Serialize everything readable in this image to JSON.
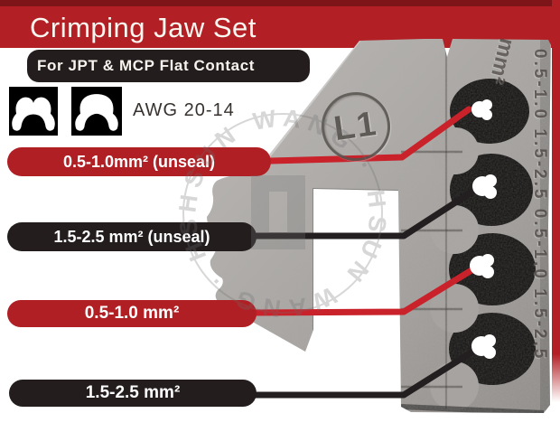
{
  "header": {
    "title": "Crimping Jaw Set",
    "subtitle": "For JPT & MCP Flat Contact"
  },
  "spec": {
    "awg_label": "AWG 20-14",
    "profile_icons": [
      "double-bump-crimp-profile",
      "single-dome-crimp-profile"
    ]
  },
  "callouts": [
    {
      "label": "0.5-1.0mm² (unseal)",
      "color": "red"
    },
    {
      "label": "1.5-2.5 mm² (unseal)",
      "color": "black"
    },
    {
      "label": "0.5-1.0 mm²",
      "color": "red"
    },
    {
      "label": "1.5-2.5 mm²",
      "color": "black"
    }
  ],
  "jaw": {
    "stamp": "L1",
    "unit_label": "mm²",
    "sizes_engraving": "0.5-1.0 1.5-2.5 0.5-1.0 1.5-2.5"
  },
  "watermark": {
    "arc_text": "HSUN WANG · HSUN WANG · HSUN WANG ·"
  },
  "colors": {
    "header_red": "#b22025",
    "header_red_dark": "#7d1417",
    "pill_red": "#b01f24",
    "pill_black": "#231d1e",
    "line_red": "#c9222a",
    "line_black": "#231e1f",
    "metal_gray": "#a5a2a0"
  }
}
